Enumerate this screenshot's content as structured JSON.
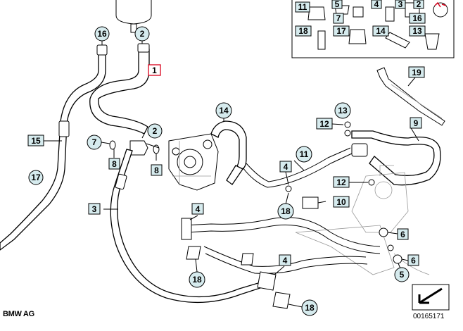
{
  "footer": {
    "brand": "BMW AG",
    "ref_number": "00165171"
  },
  "callouts": {
    "c16": "16",
    "c2a": "2",
    "c1": "1",
    "c15": "15",
    "c17": "17",
    "c7": "7",
    "c8a": "8",
    "c2b": "2",
    "c8b": "8",
    "c3": "3",
    "c14": "14",
    "c13": "13",
    "c12a": "12",
    "c9": "9",
    "c19": "19",
    "c11": "11",
    "c4a": "4",
    "c12b": "12",
    "c10": "10",
    "c18a": "18",
    "c4b": "4",
    "c6a": "6",
    "c6b": "6",
    "c5": "5",
    "c4c": "4",
    "c18b": "18",
    "c18c": "18"
  },
  "legend": {
    "k11": "11",
    "k5": "5",
    "k7": "7",
    "k4": "4",
    "k3": "3",
    "k2": "2",
    "k16": "16",
    "k18": "18",
    "k17": "17",
    "k14": "14",
    "k13": "13"
  }
}
